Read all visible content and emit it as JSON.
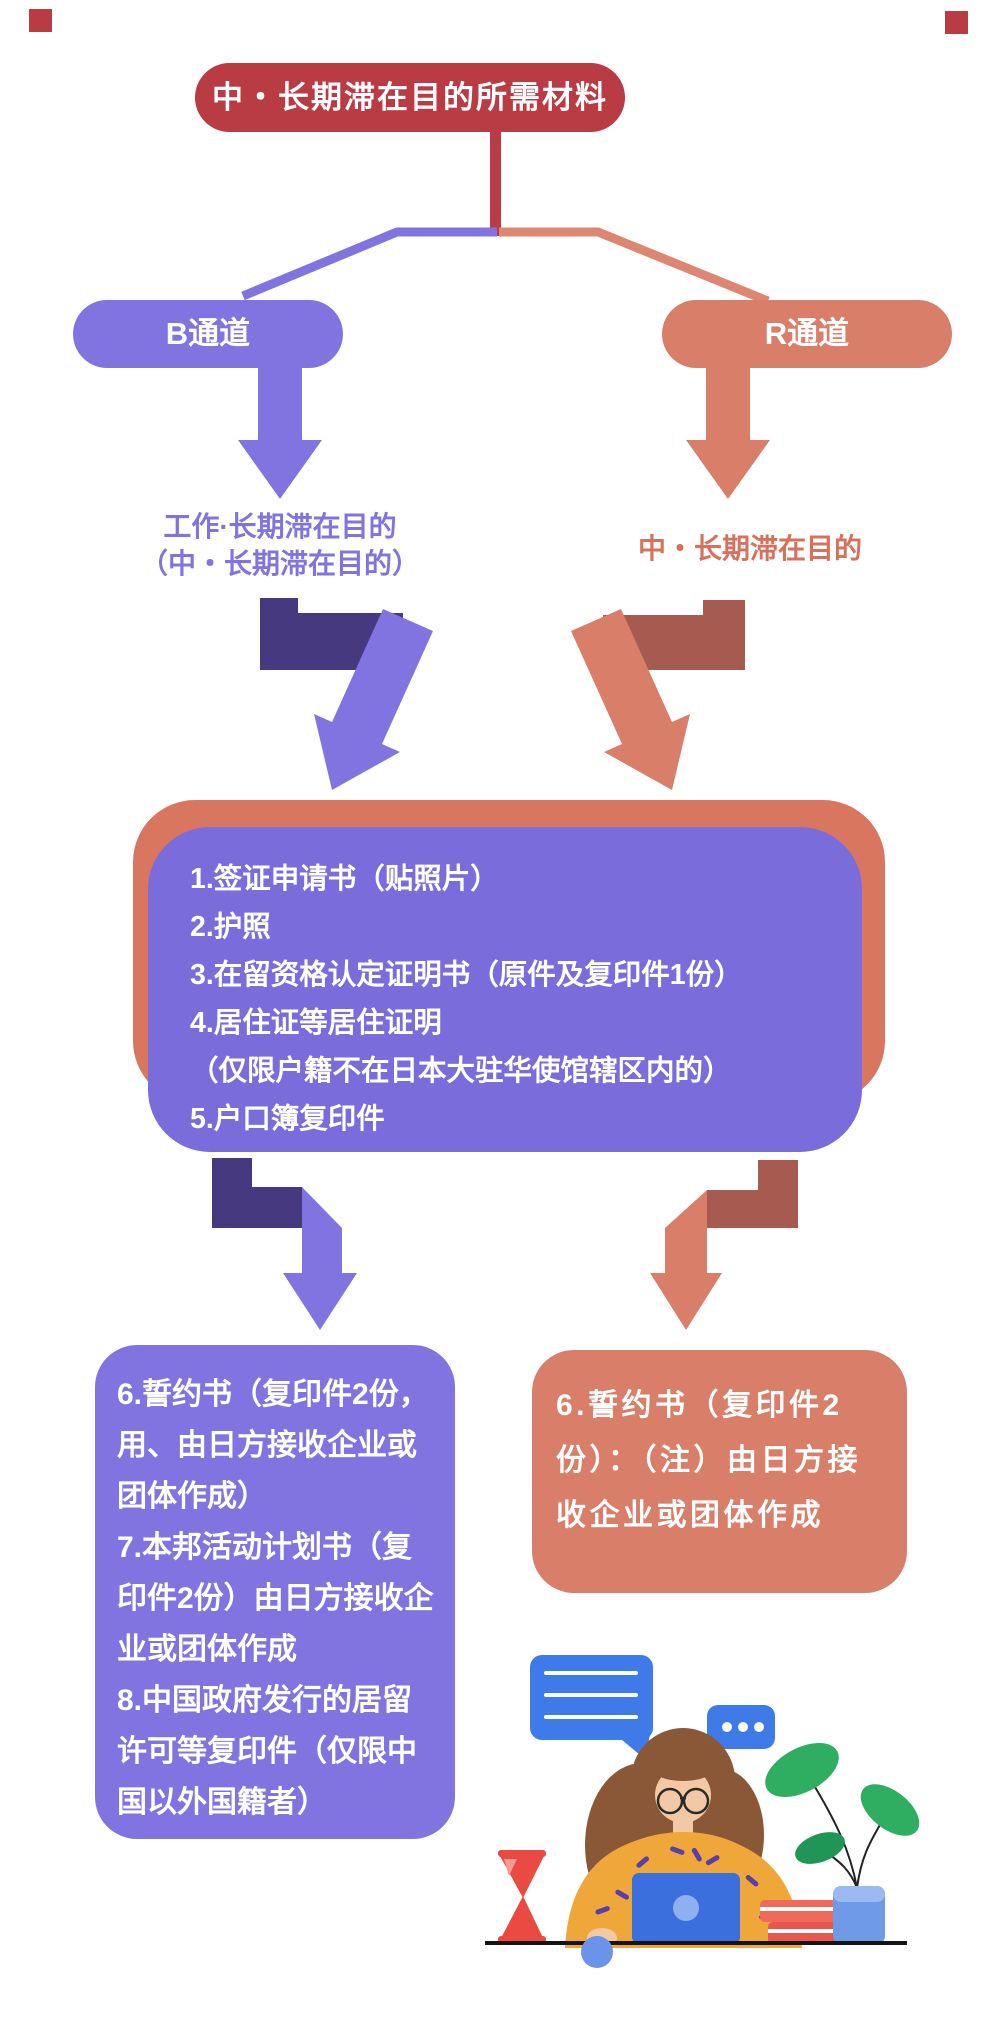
{
  "colors": {
    "red": "#b93b44",
    "purple": "#8174e0",
    "purple_dark": "#47397f",
    "purple_box": "#7a6cdb",
    "coral": "#d97e68",
    "coral_dark": "#a65a50",
    "coral_shadow": "#d9765f",
    "coral_line": "#dd8672",
    "coral_text": "#d8715c"
  },
  "title": {
    "text": "中・长期滞在目的所需材料"
  },
  "channel_b": {
    "label": "B通道",
    "subtitle": "工作·长期滞在目的\n（中・长期滞在目的）"
  },
  "channel_r": {
    "label": "R通道",
    "subtitle": "中・长期滞在目的"
  },
  "common_requirements": {
    "text": "1.签证申请书（贴照片）\n2.护照\n3.在留资格认定证明书（原件及复印件1份）\n4.居住证等居住证明\n（仅限户籍不在日本大驻华使馆辖区内的）\n5.户口簿复印件"
  },
  "b_requirements": {
    "text": "6.誓约书（复印件2份，\n用、由日方接收企业或\n团体作成）\n7.本邦活动计划书（复\n印件2份）由日方接收企\n业或团体作成\n8.中国政府发行的居留\n许可等复印件（仅限中\n国以外国籍者）"
  },
  "r_requirements": {
    "text": "6.誓约书（复印件2\n份）：（注）由日方接\n收企业或团体作成"
  },
  "illustration": {
    "items": [
      "speech-bubble",
      "chat-dots-bubble",
      "woman-with-glasses",
      "laptop",
      "computer-mouse",
      "hourglass",
      "books",
      "potted-plant",
      "desk"
    ]
  }
}
